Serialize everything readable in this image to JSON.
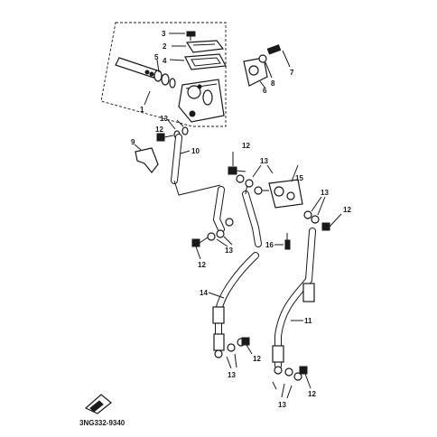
{
  "diagram": {
    "part_numbers": [
      "1",
      "2",
      "3",
      "4",
      "5",
      "6",
      "7",
      "8",
      "9",
      "10",
      "11",
      "12",
      "13",
      "14",
      "15",
      "16"
    ],
    "repeat_labels": {
      "12": "12",
      "13": "13"
    },
    "catalog_code": "3NG332-9340"
  }
}
